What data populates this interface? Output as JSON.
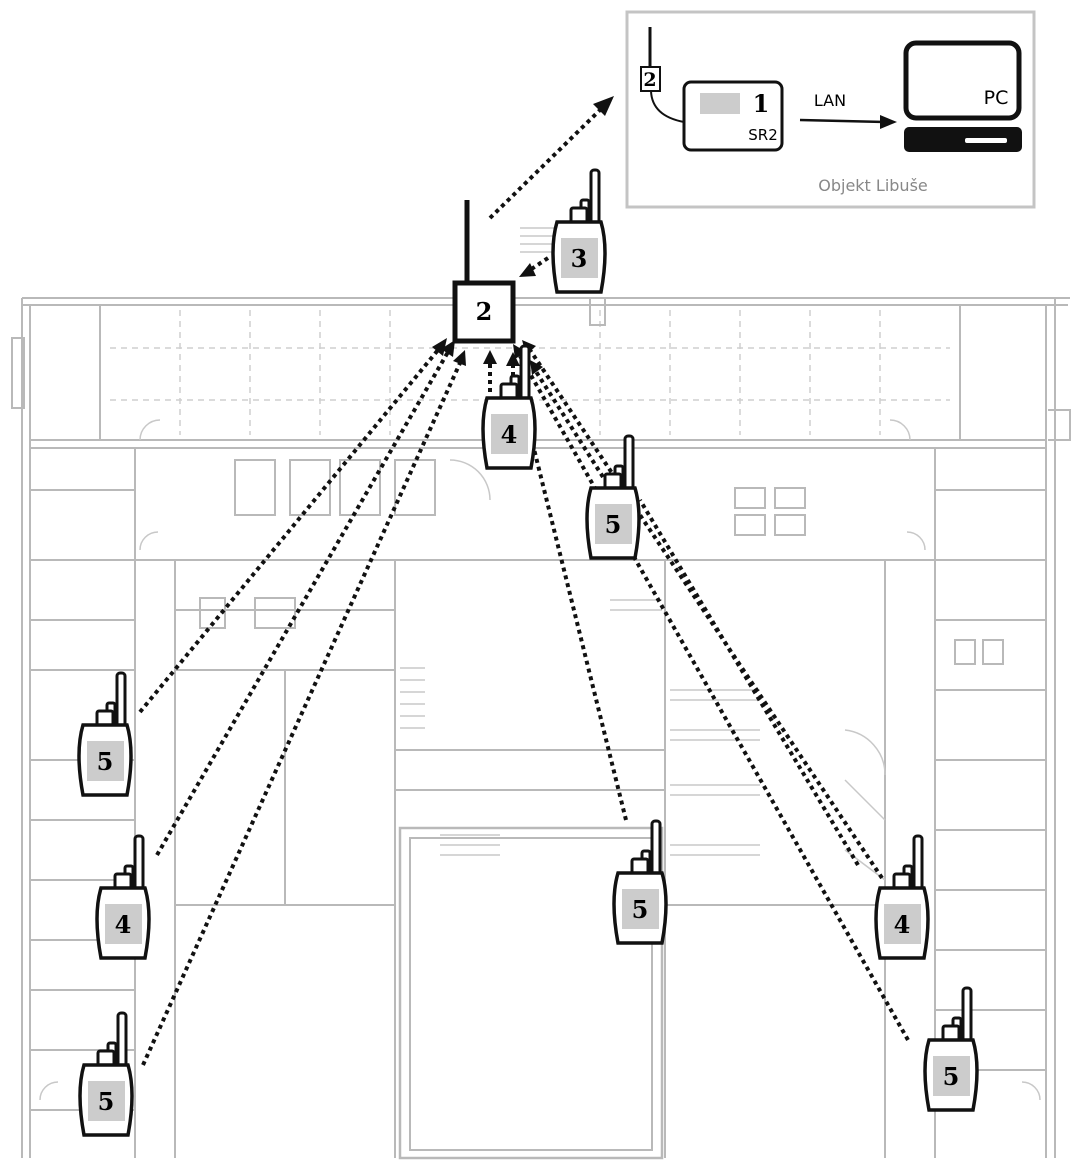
{
  "inset": {
    "caption": "Objekt Libuše",
    "repeater_number": "2",
    "receiver_number": "1",
    "receiver_model": "SR2",
    "link_label": "LAN",
    "pc_label": "PC"
  },
  "central_repeater": {
    "number": "2"
  },
  "devices": [
    {
      "id": "d3",
      "number": "3"
    },
    {
      "id": "d4-top",
      "number": "4"
    },
    {
      "id": "d5-center",
      "number": "5"
    },
    {
      "id": "d5-left-upper",
      "number": "5"
    },
    {
      "id": "d4-left",
      "number": "4"
    },
    {
      "id": "d5-left-lower",
      "number": "5"
    },
    {
      "id": "d5-bottom-center",
      "number": "5"
    },
    {
      "id": "d4-right",
      "number": "4"
    },
    {
      "id": "d5-right-lower",
      "number": "5"
    }
  ],
  "colors": {
    "plan_line": "#b9b9b9",
    "plan_dash": "#cfcfcf",
    "device_stroke": "#111111",
    "device_screen": "#cccccc",
    "inset_border": "#c4c4c4",
    "caption_text": "#888888"
  }
}
